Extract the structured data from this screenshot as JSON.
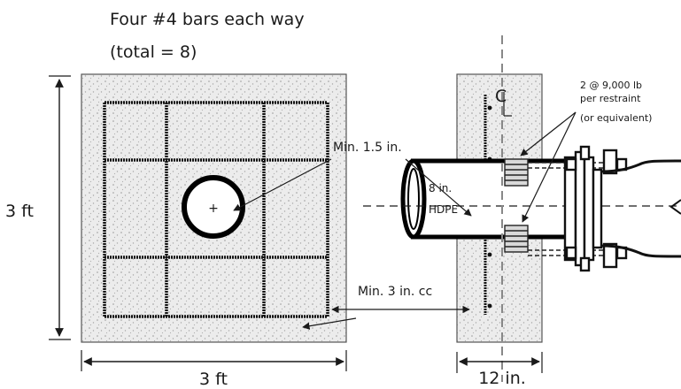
{
  "labels": {
    "bars_line1": "Four #4 bars each way",
    "bars_line2": "(total = 8)",
    "height_dim": "3 ft",
    "width_dim": "3 ft",
    "min_1_5": "Min. 1.5 in.",
    "min_3cc": "Min. 3 in. cc",
    "pipe_size": "8 in.",
    "pipe_material": "HDPE",
    "restraint_line1": "2 @ 9,000 lb",
    "restraint_line2": "per restraint",
    "restraint_line3": "(or equivalent)",
    "thickness_dim": "12 in.",
    "centerline_mark": "C",
    "center_mark": "+"
  },
  "colors": {
    "concrete_fill": "#e9e9e9",
    "line": "#1a1a1a",
    "rebar": "#111111"
  }
}
